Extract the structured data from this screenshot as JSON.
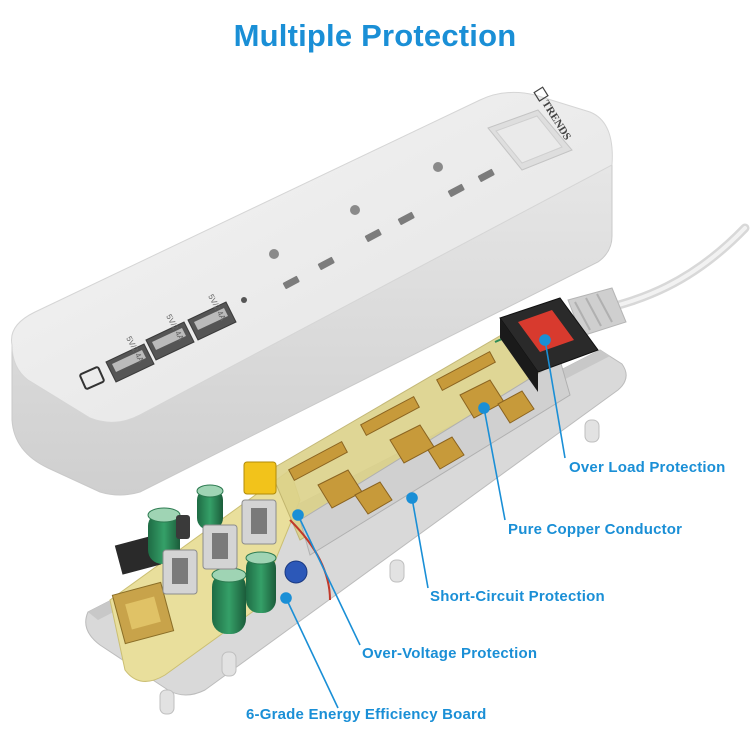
{
  "title": "Multiple Protection",
  "brand": "TRENDS",
  "usb_port_labels": [
    "5V/2.4A",
    "5V/2.4A",
    "5V/2.4A"
  ],
  "callout_color": "#1a8fd6",
  "callouts": {
    "over_load": "Over Load Protection",
    "copper": "Pure Copper Conductor",
    "short_circuit": "Short-Circuit Protection",
    "over_voltage": "Over-Voltage Protection",
    "energy_board": "6-Grade Energy Efficiency Board"
  }
}
